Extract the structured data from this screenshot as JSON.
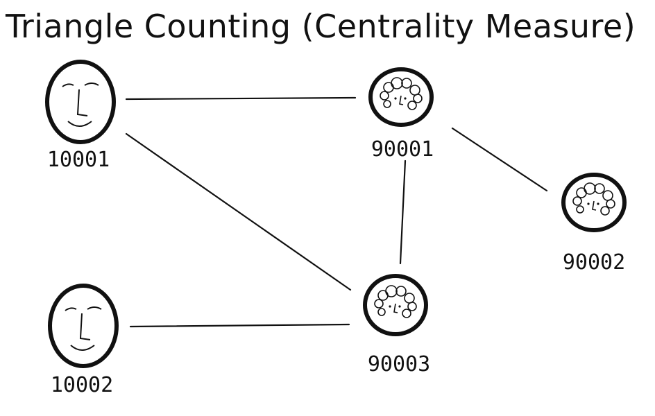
{
  "title": "Triangle Counting (Centrality Measure)",
  "nodes": [
    {
      "id": "10001",
      "label": "10001",
      "kind": "man-face-icon"
    },
    {
      "id": "10002",
      "label": "10002",
      "kind": "man-face-icon"
    },
    {
      "id": "90001",
      "label": "90001",
      "kind": "woman-face-icon"
    },
    {
      "id": "90002",
      "label": "90002",
      "kind": "woman-face-icon"
    },
    {
      "id": "90003",
      "label": "90003",
      "kind": "woman-face-icon"
    }
  ],
  "edges": [
    {
      "from": "10001",
      "to": "90001"
    },
    {
      "from": "10001",
      "to": "90003"
    },
    {
      "from": "90001",
      "to": "90002"
    },
    {
      "from": "90001",
      "to": "90003"
    },
    {
      "from": "10002",
      "to": "90003"
    }
  ],
  "colors": {
    "ink": "#111111",
    "background": "#ffffff"
  }
}
